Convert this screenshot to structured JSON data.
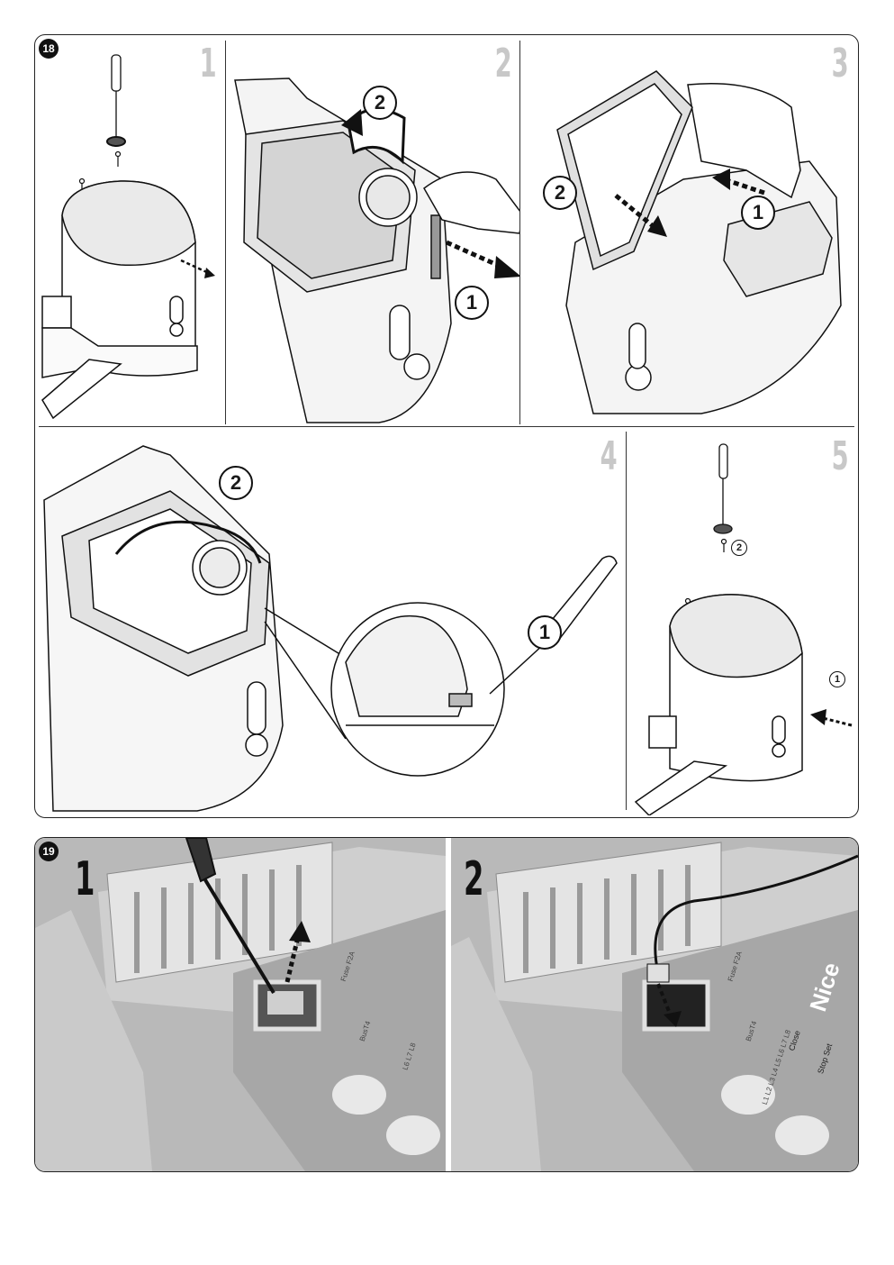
{
  "figures": [
    {
      "badge": "18",
      "panels": [
        {
          "step": "1",
          "callouts": []
        },
        {
          "step": "2",
          "callouts": [
            "2",
            "1"
          ]
        },
        {
          "step": "3",
          "callouts": [
            "2",
            "1"
          ]
        },
        {
          "step": "4",
          "callouts": [
            "2",
            "1"
          ]
        },
        {
          "step": "5",
          "callouts": [
            "2",
            "1"
          ]
        }
      ]
    },
    {
      "badge": "19",
      "panels": [
        {
          "step": "1",
          "board_labels": [
            "Fuse F2A",
            "BusT4",
            "L6 L7 L8"
          ]
        },
        {
          "step": "2",
          "board_labels": [
            "Fuse F2A",
            "BusT4",
            "L1 L2 L3 L4 L5 L6 L7 L8",
            "Close",
            "Stop Set",
            "Nice"
          ]
        }
      ]
    }
  ],
  "colors": {
    "ink": "#111111",
    "grey_step": "#c8c8c8",
    "photo_bg": "#b9b9b9",
    "photo_light": "#d8d8d8"
  },
  "icons": [
    "screwdriver-icon",
    "screw-icon",
    "arrow-icon",
    "rotate-arrow-icon"
  ]
}
